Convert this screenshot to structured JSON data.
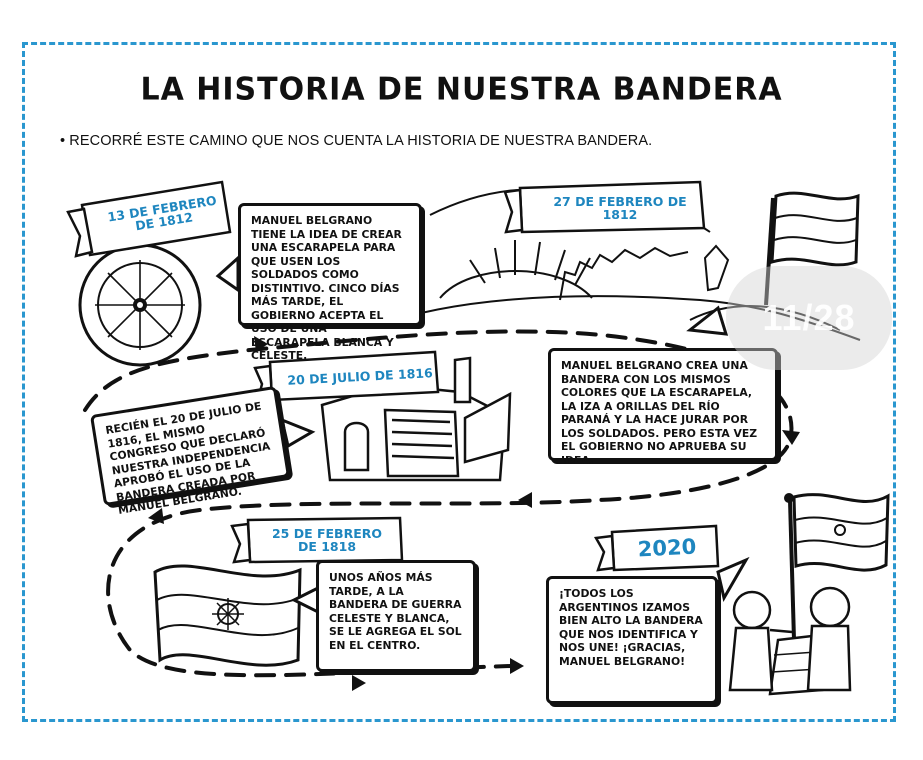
{
  "page": {
    "title": "LA HISTORIA DE NUESTRA BANDERA",
    "instruction": "• RECORRÉ ESTE CAMINO QUE NOS CUENTA LA HISTORIA DE NUESTRA BANDERA."
  },
  "events": [
    {
      "date": "13 DE FEBRERO DE 1812",
      "text": "MANUEL BELGRANO TIENE LA IDEA DE CREAR UNA ESCARAPELA PARA QUE USEN LOS SOLDADOS COMO DISTINTIVO. CINCO DÍAS MÁS TARDE, EL GOBIERNO ACEPTA EL USO DE UNA ESCARAPELA BLANCA Y CELESTE."
    },
    {
      "date": "27 DE FEBRERO DE 1812",
      "text": "MANUEL BELGRANO CREA UNA BANDERA CON LOS MISMOS COLORES QUE LA ESCARAPELA, LA IZA A ORILLAS DEL RÍO PARANÁ Y LA HACE JURAR POR LOS SOLDADOS. PERO ESTA VEZ EL GOBIERNO NO APRUEBA SU IDEA."
    },
    {
      "date": "20 DE JULIO DE 1816",
      "text": "RECIÉN EL 20 DE JULIO DE 1816, EL MISMO CONGRESO QUE DECLARÓ NUESTRA INDEPENDENCIA APROBÓ EL USO DE LA BANDERA CREADA POR MANUEL BELGRANO."
    },
    {
      "date": "25 DE FEBRERO DE 1818",
      "text": "UNOS AÑOS MÁS TARDE, A LA BANDERA DE GUERRA CELESTE Y BLANCA, SE LE AGREGA EL SOL EN EL CENTRO."
    },
    {
      "date": "2020",
      "text": "¡TODOS LOS ARGENTINOS IZAMOS BIEN ALTO LA BANDERA QUE NOS IDENTIFICA Y NOS UNE! ¡GRACIAS, MANUEL BELGRANO!"
    }
  ],
  "pagination": {
    "label": "11/28"
  },
  "colors": {
    "accent": "#1e86bf",
    "frame": "#2a97cf",
    "ink": "#111111"
  }
}
